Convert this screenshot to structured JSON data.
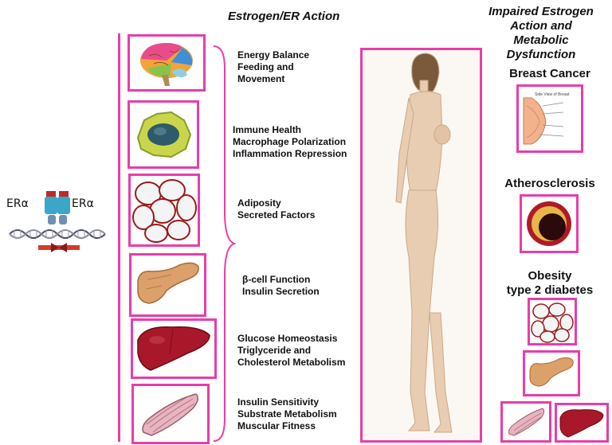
{
  "headings": {
    "left": "Estrogen/ER Action",
    "right_lines": [
      "Impaired Estrogen",
      "Action and Metabolic",
      "Dysfunction"
    ]
  },
  "receptor": {
    "left_label": "ERα",
    "right_label": "ERα"
  },
  "actions": [
    {
      "icon": "brain-icon",
      "lines": [
        "Energy Balance",
        "Feeding and",
        "Movement"
      ]
    },
    {
      "icon": "macrophage-icon",
      "lines": [
        "Immune Health",
        "Macrophage Polarization",
        "Inflammation Repression"
      ]
    },
    {
      "icon": "adipose-icon",
      "lines": [
        "Adiposity",
        "Secreted Factors"
      ]
    },
    {
      "icon": "pancreas-icon",
      "lines": [
        "β-cell Function",
        "Insulin Secretion"
      ]
    },
    {
      "icon": "liver-icon",
      "lines": [
        "Glucose Homeostasis",
        "Triglyceride and",
        "Cholesterol Metabolism"
      ]
    },
    {
      "icon": "muscle-icon",
      "lines": [
        "Insulin Sensitivity",
        "Substrate Metabolism",
        "Muscular Fitness"
      ]
    }
  ],
  "conditions": {
    "breast_cancer": "Breast Cancer",
    "atherosclerosis": "Atherosclerosis",
    "obesity_lines": [
      "Obesity",
      "type 2 diabetes"
    ]
  },
  "breast_diagram_title": "Side View of Breast",
  "colors": {
    "frame": "#e83ea8",
    "dna_arrow": "#d43b2c",
    "receptor": "#3aa6c8"
  }
}
